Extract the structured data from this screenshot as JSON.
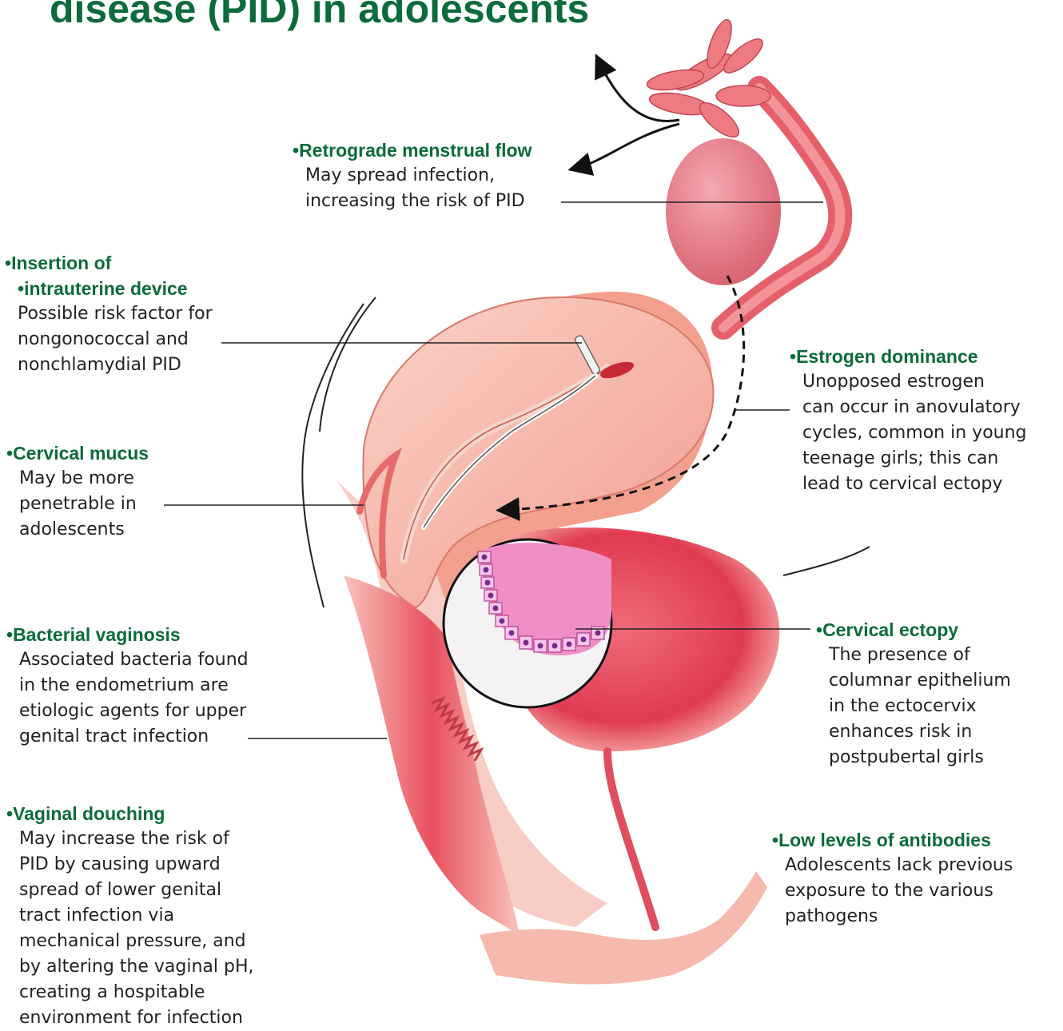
{
  "title": "disease (PID) in adolescents",
  "labels": {
    "retrograde": {
      "heading": "Retrograde menstrual flow",
      "lines": [
        "May spread infection,",
        "increasing the risk of PID"
      ]
    },
    "iud": {
      "heading_lines": [
        "Insertion of",
        "intrauterine device"
      ],
      "lines": [
        "Possible risk factor for",
        "nongonococcal and",
        "nonchlamydial PID"
      ]
    },
    "estrogen": {
      "heading": "Estrogen dominance",
      "lines": [
        "Unopposed estrogen",
        "can occur in anovulatory",
        "cycles, common in young",
        "teenage girls; this can",
        "lead to cervical ectopy"
      ]
    },
    "mucus": {
      "heading": "Cervical mucus",
      "lines": [
        "May be more",
        "penetrable in",
        "adolescents"
      ]
    },
    "bv": {
      "heading": "Bacterial vaginosis",
      "lines": [
        "Associated bacteria found",
        "in the endometrium are",
        "etiologic agents for upper",
        "genital tract infection"
      ]
    },
    "ectopy": {
      "heading": "Cervical ectopy",
      "lines": [
        "The presence of",
        "columnar epithelium",
        "in the ectocervix",
        "enhances risk in",
        "postpubertal girls"
      ]
    },
    "douching": {
      "heading": "Vaginal douching",
      "lines": [
        "May increase the risk of",
        "PID by causing upward",
        "spread of lower genital",
        "tract infection via",
        "mechanical pressure, and",
        "by altering the vaginal pH,",
        "creating a hospitable",
        "environment for infection"
      ]
    },
    "antibodies": {
      "heading": "Low levels of antibodies",
      "lines": [
        "Adolescents lack previous",
        "exposure to the various",
        "pathogens"
      ]
    }
  }
}
